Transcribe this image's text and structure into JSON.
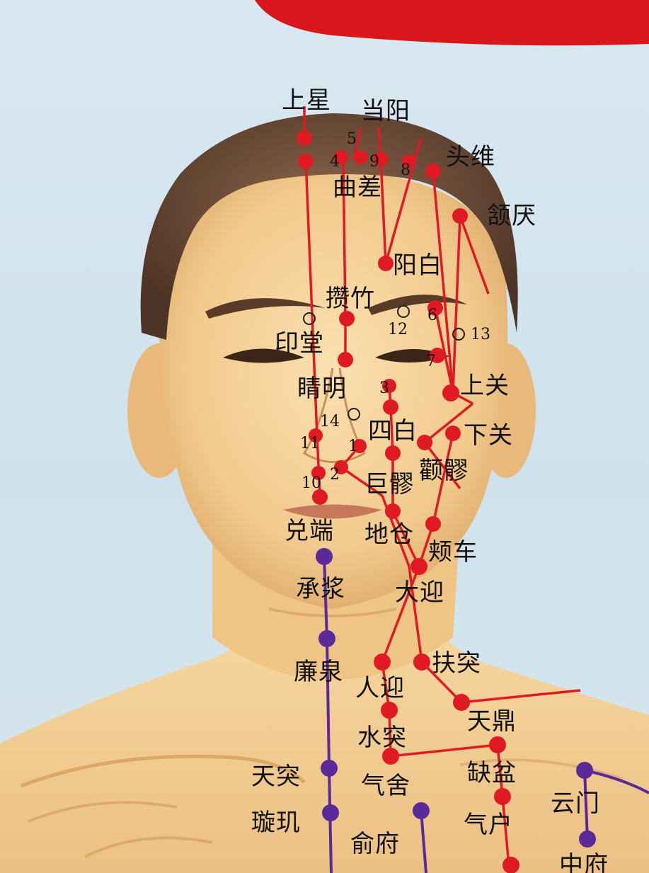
{
  "labels": {
    "shangxing": "上星",
    "dangyang": "当阳",
    "touwei": "头维",
    "qucha": "曲差",
    "hanyan": "颔厌",
    "yangbai": "阳白",
    "cuanzhu": "攒竹",
    "yintang": "印堂",
    "jingming": "睛明",
    "shangguan": "上关",
    "xiaguan": "下关",
    "sibai": "四白",
    "quanliao": "颧髎",
    "juliao": "巨髎",
    "duiduan": "兑端",
    "dicang": "地仓",
    "jiache": "颊车",
    "chengjiang": "承浆",
    "daying": "大迎",
    "futu": "扶突",
    "lianquan": "廉泉",
    "renying": "人迎",
    "tianding": "天鼎",
    "shuitu": "水突",
    "tiantu": "天突",
    "qishe": "气舍",
    "quepen": "缺盆",
    "yunmen": "云门",
    "xuanji": "璇玑",
    "shufu": "俞府",
    "qihu": "气户",
    "zhongfu": "中府"
  },
  "numbers": {
    "n1": "1",
    "n2": "2",
    "n3": "3",
    "n4": "4",
    "n5": "5",
    "n6": "6",
    "n7": "7",
    "n8": "8",
    "n9": "9",
    "n10": "10",
    "n11": "11",
    "n12": "12",
    "n13": "13",
    "n14": "14"
  },
  "colors": {
    "meridian_red": "#e01a22",
    "meridian_purple": "#5a2a9a",
    "background": "#cfe3ee",
    "skin": "#f2cf96",
    "hair": "#6b4a36",
    "banner": "#d8161c"
  }
}
